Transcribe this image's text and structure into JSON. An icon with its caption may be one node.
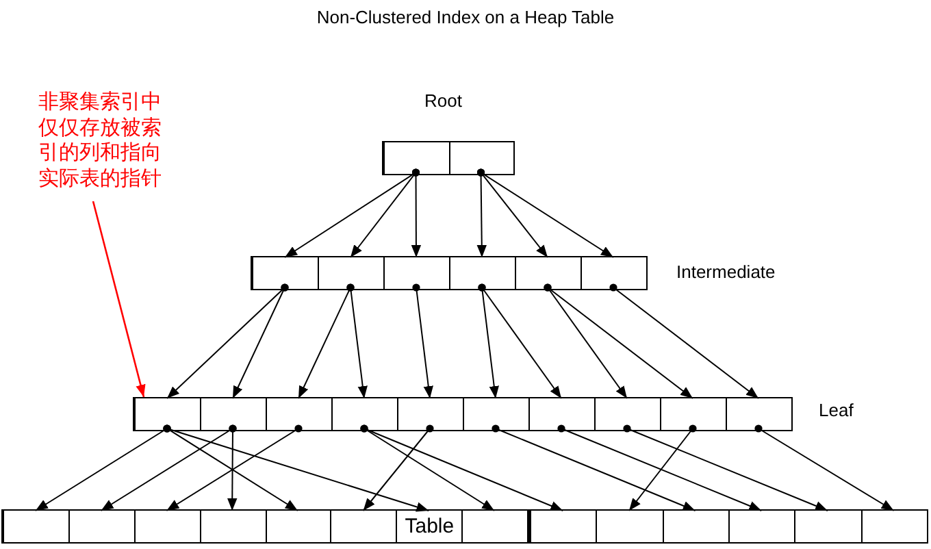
{
  "diagram": {
    "title": "Non-Clustered Index on a Heap Table",
    "nodes": [
      {
        "text": [
          "非聚集索引中仅仅存放被索引的列和指向实际表的指针"
        ]
      },
      {
        "text": [],
        "shape": "box",
        "beside": [
          "Root"
        ]
      },
      {
        "text": [],
        "shape": "box",
        "in": 1
      },
      {
        "text": [],
        "shape": "box",
        "in": 1
      },
      {
        "text": [],
        "shape": "box",
        "beside": [
          "Intermediate"
        ]
      },
      {
        "text": [],
        "shape": "box",
        "in": 4
      },
      {
        "text": [],
        "shape": "box",
        "in": 4
      },
      {
        "text": [],
        "shape": "box",
        "in": 4
      },
      {
        "text": [],
        "shape": "box",
        "in": 4
      },
      {
        "text": [],
        "shape": "box",
        "in": 4
      },
      {
        "text": [],
        "shape": "box",
        "in": 4
      },
      {
        "text": [],
        "shape": "box",
        "beside": [
          "Leaf"
        ]
      },
      {
        "text": [],
        "shape": "box",
        "in": 11
      },
      {
        "text": [],
        "shape": "box",
        "in": 11
      },
      {
        "text": [],
        "shape": "box",
        "in": 11
      },
      {
        "text": [],
        "shape": "box",
        "in": 11
      },
      {
        "text": [],
        "shape": "box",
        "in": 11
      },
      {
        "text": [],
        "shape": "box",
        "in": 11
      },
      {
        "text": [],
        "shape": "box",
        "in": 11
      },
      {
        "text": [],
        "shape": "box",
        "in": 11
      },
      {
        "text": [],
        "shape": "box",
        "in": 11
      },
      {
        "text": [],
        "shape": "box",
        "in": 11
      },
      {
        "text": [],
        "shape": "box"
      },
      {
        "text": [],
        "shape": "box",
        "in": 22
      },
      {
        "text": [],
        "shape": "box",
        "in": 22
      },
      {
        "text": [],
        "shape": "box",
        "in": 22
      },
      {
        "text": [],
        "shape": "box",
        "in": 22
      },
      {
        "text": [],
        "shape": "box",
        "in": 22
      },
      {
        "text": [],
        "shape": "box",
        "in": 22
      },
      {
        "text": [
          "Table"
        ],
        "in": 22
      },
      {
        "text": [],
        "shape": "box",
        "in": 22
      },
      {
        "text": [],
        "shape": "box"
      },
      {
        "text": [],
        "shape": "box",
        "in": 31
      },
      {
        "text": [],
        "shape": "box",
        "in": 31
      },
      {
        "text": [],
        "shape": "box",
        "in": 31
      },
      {
        "text": [],
        "shape": "box",
        "in": 31
      },
      {
        "text": [],
        "shape": "box",
        "in": 31
      },
      {
        "text": [],
        "shape": "box",
        "in": 31
      }
    ],
    "edges": [
      {
        "from": 0,
        "to": 11,
        "arrow": "to",
        "color": "#ff0000"
      },
      {
        "from": 2,
        "to": 5,
        "arrow": "to"
      },
      {
        "from": 2,
        "to": 6,
        "arrow": "to"
      },
      {
        "from": 2,
        "to": 7,
        "arrow": "to"
      },
      {
        "from": 3,
        "to": 8,
        "arrow": "to"
      },
      {
        "from": 3,
        "to": 9,
        "arrow": "to"
      },
      {
        "from": 3,
        "to": 10,
        "arrow": "to"
      },
      {
        "from": 5,
        "to": 12,
        "arrow": "to"
      },
      {
        "from": 5,
        "to": 13,
        "arrow": "to"
      },
      {
        "from": 6,
        "to": 14,
        "arrow": "to"
      },
      {
        "from": 6,
        "to": 15,
        "arrow": "to"
      },
      {
        "from": 7,
        "to": 16,
        "arrow": "to"
      },
      {
        "from": 8,
        "to": 17,
        "arrow": "to"
      },
      {
        "from": 8,
        "to": 18,
        "arrow": "to"
      },
      {
        "from": 9,
        "to": 19,
        "arrow": "to"
      },
      {
        "from": 9,
        "to": 20,
        "arrow": "to"
      },
      {
        "from": 10,
        "to": 21,
        "arrow": "to"
      },
      {
        "from": 12,
        "to": 23,
        "arrow": "to"
      },
      {
        "from": 12,
        "to": 27,
        "arrow": "to"
      },
      {
        "from": 12,
        "to": 29,
        "arrow": "to"
      },
      {
        "from": 13,
        "to": 24,
        "arrow": "to"
      },
      {
        "from": 13,
        "to": 26,
        "arrow": "to"
      },
      {
        "from": 14,
        "to": 25,
        "arrow": "to"
      },
      {
        "from": 15,
        "to": 30,
        "arrow": "to"
      },
      {
        "from": 15,
        "to": 32,
        "arrow": "to"
      },
      {
        "from": 16,
        "to": 28,
        "arrow": "to"
      },
      {
        "from": 17,
        "to": 34,
        "arrow": "to"
      },
      {
        "from": 18,
        "to": 35,
        "arrow": "to"
      },
      {
        "from": 19,
        "to": 36,
        "arrow": "to"
      },
      {
        "from": 20,
        "to": 33,
        "arrow": "to"
      },
      {
        "from": 21,
        "to": 37,
        "arrow": "to"
      }
    ]
  }
}
